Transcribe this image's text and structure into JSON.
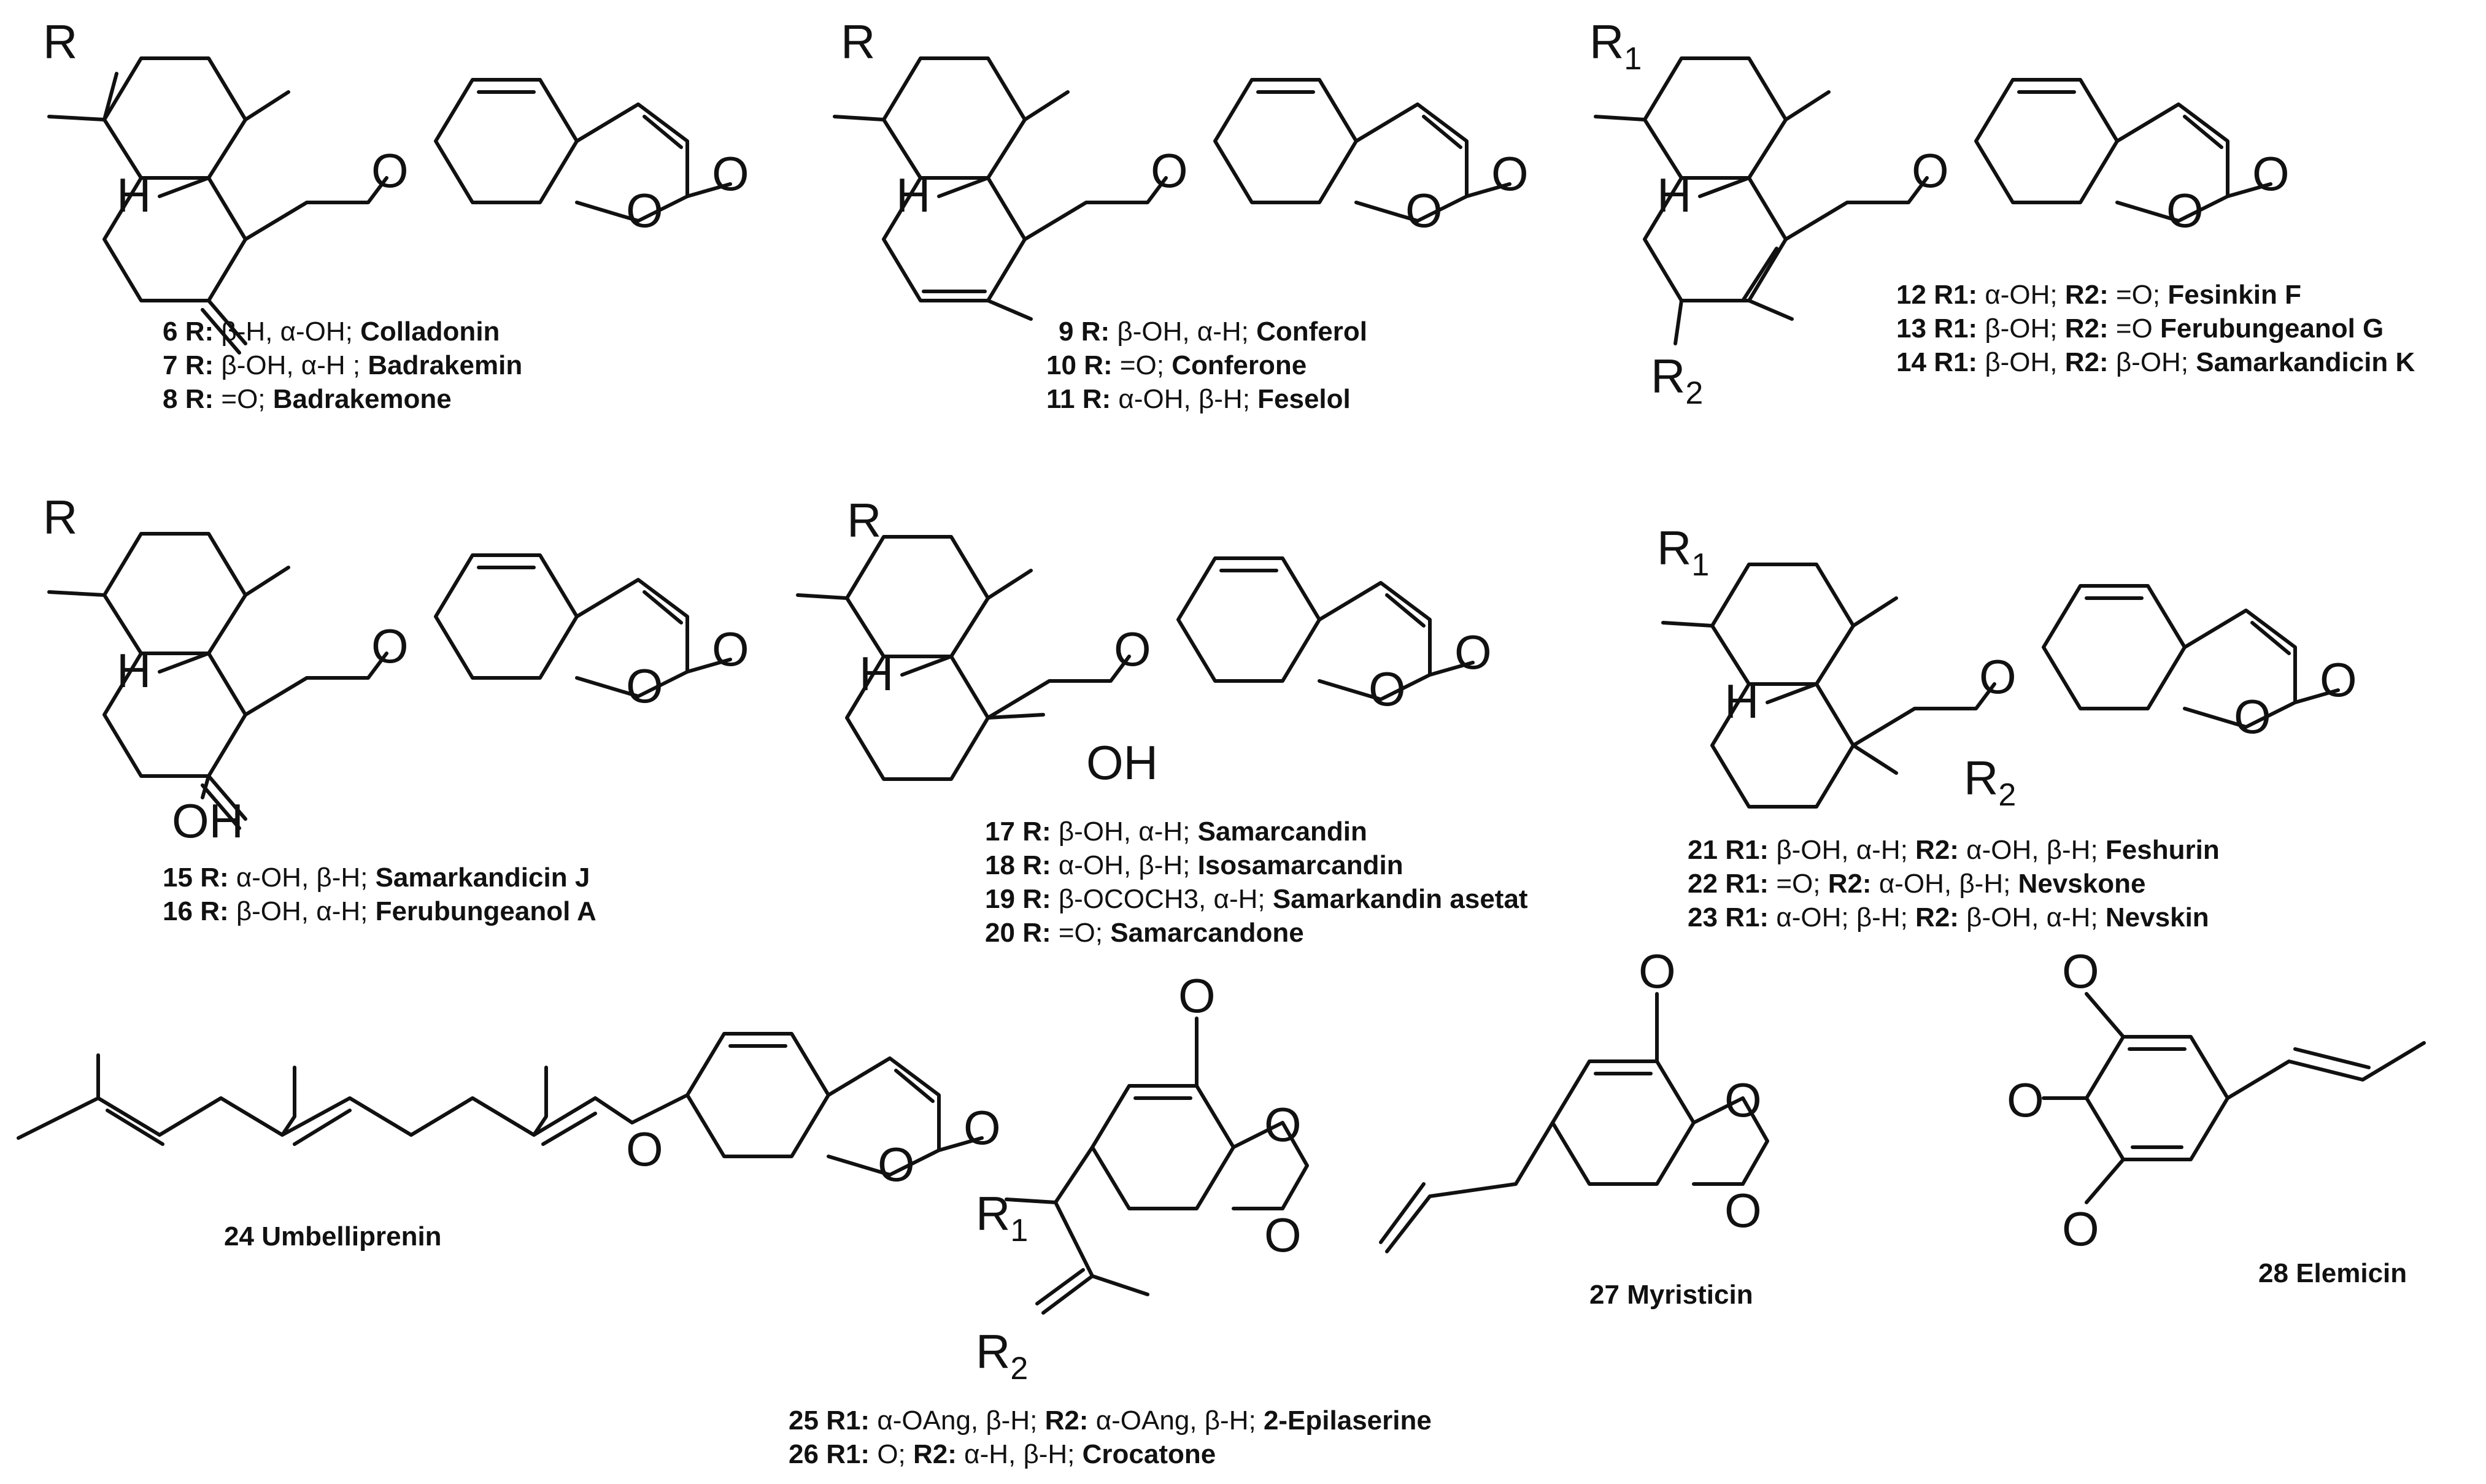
{
  "atoms": {
    "R": "R",
    "R1": "R1",
    "R2": "R2",
    "O": "O",
    "H": "H",
    "OH": "OH"
  },
  "captions": {
    "c6": {
      "num": "6",
      "rlabel": "R:",
      "desc": " β-H, α-OH; ",
      "name": "Colladonin"
    },
    "c7": {
      "num": "7",
      "rlabel": "R:",
      "desc": " β-OH, α-H ; ",
      "name": "Badrakemin"
    },
    "c8": {
      "num": "8",
      "rlabel": "R:",
      "desc": " =O; ",
      "name": "Badrakemone"
    },
    "c9": {
      "num": "9",
      "rlabel": "R:",
      "desc": " β-OH, α-H; ",
      "name": "Conferol"
    },
    "c10": {
      "num": "10",
      "rlabel": "R:",
      "desc": " =O; ",
      "name": "Conferone"
    },
    "c11": {
      "num": "11",
      "rlabel": "R:",
      "desc": " α-OH, β-H; ",
      "name": "Feselol"
    },
    "c12": {
      "num": "12",
      "rlabel": "R1:",
      "desc": " α-OH; ",
      "r2label": "R2:",
      "desc2": " =O; ",
      "name": "Fesinkin F"
    },
    "c13": {
      "num": "13",
      "rlabel": "R1:",
      "desc": " β-OH; ",
      "r2label": "R2:",
      "desc2": " =O ",
      "name": "Ferubungeanol G"
    },
    "c14": {
      "num": "14",
      "rlabel": "R1:",
      "desc": " β-OH, ",
      "r2label": "R2:",
      "desc2": "  β-OH; ",
      "name": "Samarkandicin K"
    },
    "c15": {
      "num": "15",
      "rlabel": "R:",
      "desc": " α-OH, β-H; ",
      "name": "Samarkandicin J"
    },
    "c16": {
      "num": "16",
      "rlabel": "R:",
      "desc": " β-OH, α-H; ",
      "name": "Ferubungeanol A"
    },
    "c17": {
      "num": "17",
      "rlabel": "R:",
      "desc": " β-OH, α-H; ",
      "name": "Samarcandin"
    },
    "c18": {
      "num": "18",
      "rlabel": "R:",
      "desc": " α-OH, β-H; ",
      "name": "Isosamarcandin"
    },
    "c19": {
      "num": "19",
      "rlabel": "R:",
      "desc": " β-OCOCH3, α-H; ",
      "name": "Samarkandin asetat"
    },
    "c20": {
      "num": "20",
      "rlabel": "R:",
      "desc": " =O; ",
      "name": "Samarcandone"
    },
    "c21": {
      "num": "21",
      "rlabel": "R1:",
      "desc": " β-OH, α-H; ",
      "r2label": "R2:",
      "desc2": " α-OH, β-H; ",
      "name": "Feshurin"
    },
    "c22": {
      "num": "22",
      "rlabel": "R1:",
      "desc": " =O; ",
      "r2label": "R2:",
      "desc2": " α-OH, β-H; ",
      "name": "Nevskone"
    },
    "c23": {
      "num": "23",
      "rlabel": "R1:",
      "desc": " α-OH; β-H; ",
      "r2label": "R2:",
      "desc2": " β-OH, α-H; ",
      "name": "Nevskin"
    },
    "c24": {
      "num": "24",
      "name": "Umbelliprenin"
    },
    "c25": {
      "num": "25",
      "rlabel": "R1:",
      "desc": " α-OAng, β-H; ",
      "r2label": "R2:",
      "desc2": " α-OAng, β-H; ",
      "name": "2-Epilaserine"
    },
    "c26": {
      "num": "26",
      "rlabel": "R1:",
      "desc": " O; ",
      "r2label": "R2:",
      "desc2": "  α-H, β-H; ",
      "name": "Crocatone"
    },
    "c27": {
      "num": "27",
      "name": "Myristicin"
    },
    "c28": {
      "num": "28",
      "name": "Elemicin"
    }
  }
}
